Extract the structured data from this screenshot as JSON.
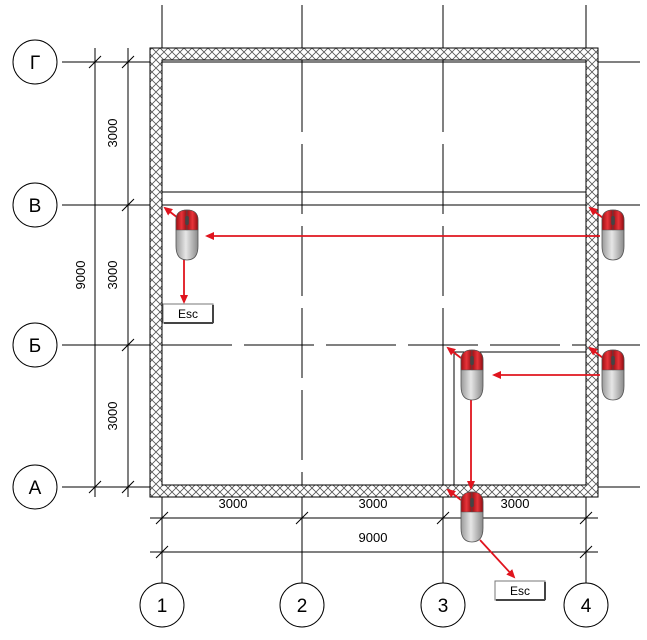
{
  "axes": {
    "horizontal": [
      {
        "id": "g",
        "label": "Г"
      },
      {
        "id": "v",
        "label": "В"
      },
      {
        "id": "b",
        "label": "Б"
      },
      {
        "id": "a",
        "label": "А"
      }
    ],
    "vertical": [
      {
        "id": "1",
        "label": "1"
      },
      {
        "id": "2",
        "label": "2"
      },
      {
        "id": "3",
        "label": "3"
      },
      {
        "id": "4",
        "label": "4"
      }
    ]
  },
  "dimensions": {
    "left": [
      "3000",
      "3000",
      "3000"
    ],
    "left_total": "9000",
    "bottom": [
      "3000",
      "3000",
      "3000"
    ],
    "bottom_total": "9000"
  },
  "keys": {
    "esc_top": "Esc",
    "esc_bottom": "Esc"
  },
  "colors": {
    "line": "#000000",
    "arrow": "#e0141e",
    "mouse_red": "#d81e24",
    "mouse_gray": "#c9c9c9"
  }
}
